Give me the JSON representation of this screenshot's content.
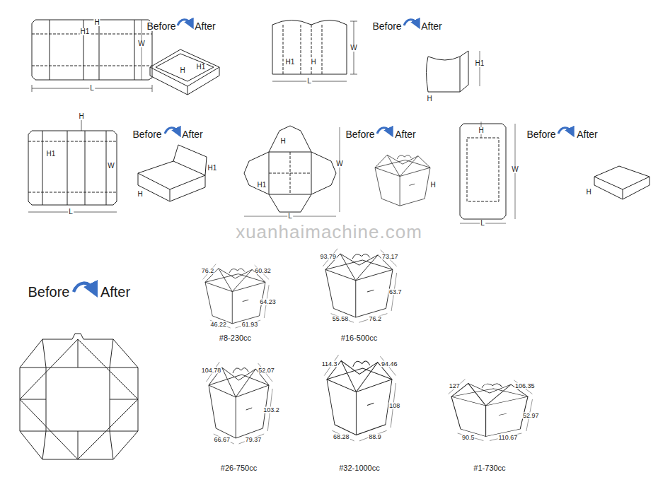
{
  "diagram": {
    "labels": [
      "H1",
      "H",
      "W",
      "L",
      "Before",
      "After",
      "H",
      "H1",
      "W",
      "H1",
      "H",
      "L",
      "Before",
      "After",
      "H1",
      "H",
      "H",
      "H1",
      "W",
      "L",
      "Before",
      "After",
      "H",
      "H1",
      "H",
      "W",
      "H1",
      "L",
      "Before",
      "After",
      "H",
      "H",
      "W",
      "L",
      "Before",
      "After",
      "H",
      "xuanhaimachine.com",
      "Before",
      "After",
      "76.2",
      "60.32",
      "64.23",
      "46.22",
      "61.93",
      "#8-230cc",
      "93.79",
      "73.17",
      "63.7",
      "55.58",
      "76.2",
      "#16-500cc",
      "104.78",
      "52.07",
      "103.2",
      "66.67",
      "79.37",
      "#26-750cc",
      "114.3",
      "94.46",
      "108",
      "68.28",
      "88.9",
      "#32-1000cc",
      "127",
      "106.35",
      "52.97",
      "90.5",
      "110.67",
      "#1-730cc"
    ]
  }
}
